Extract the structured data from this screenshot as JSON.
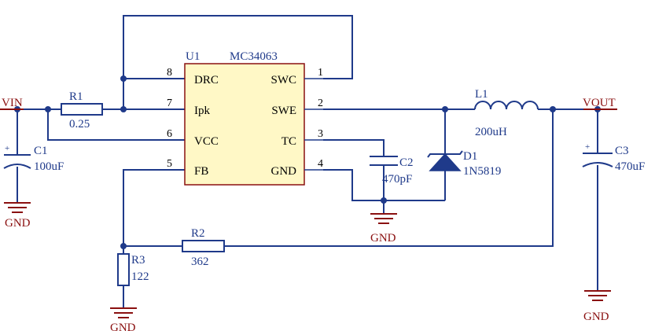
{
  "ic": {
    "ref": "U1",
    "part": "MC34063",
    "pins": [
      {
        "num": "8",
        "name": "DRC"
      },
      {
        "num": "7",
        "name": "Ipk"
      },
      {
        "num": "6",
        "name": "VCC"
      },
      {
        "num": "5",
        "name": "FB"
      },
      {
        "num": "1",
        "name": "SWC"
      },
      {
        "num": "2",
        "name": "SWE"
      },
      {
        "num": "3",
        "name": "TC"
      },
      {
        "num": "4",
        "name": "GND"
      }
    ]
  },
  "nets": {
    "vin": "VIN",
    "vout": "VOUT",
    "gnd": "GND"
  },
  "components": {
    "r1": {
      "ref": "R1",
      "value": "0.25"
    },
    "r2": {
      "ref": "R2",
      "value": "362"
    },
    "r3": {
      "ref": "R3",
      "value": "122"
    },
    "c1": {
      "ref": "C1",
      "value": "100uF"
    },
    "c2": {
      "ref": "C2",
      "value": "470pF"
    },
    "c3": {
      "ref": "C3",
      "value": "470uF"
    },
    "l1": {
      "ref": "L1",
      "value": "200uH"
    },
    "d1": {
      "ref": "D1",
      "value": "1N5819"
    }
  },
  "colors": {
    "wire": "#1f3a8a",
    "power": "#8a1010",
    "ic_fill": "#fff8c6",
    "ic_border": "#8a1010"
  }
}
